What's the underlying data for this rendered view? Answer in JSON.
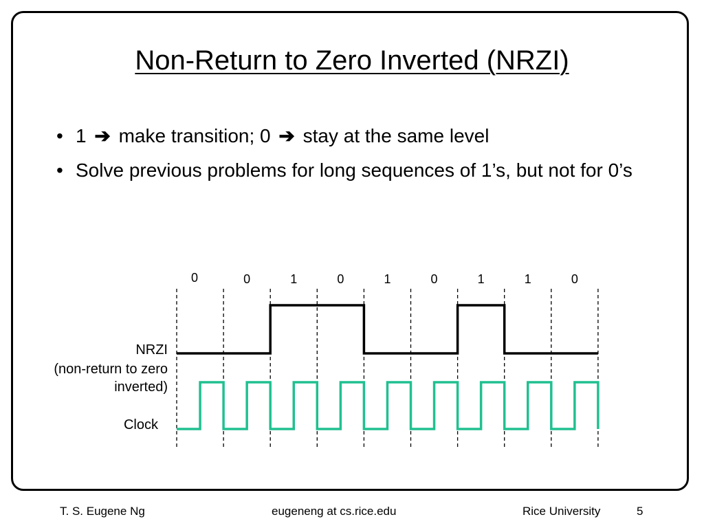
{
  "slide": {
    "title": "Non-Return to Zero Inverted (NRZI)",
    "bullets": [
      {
        "pre": "1",
        "arrow": "➔",
        "post": "make transition; 0",
        "arrow2": "➔",
        "post2": "stay at the same level"
      },
      {
        "text": "Solve previous problems for long sequences of 1’s, but not for 0’s"
      }
    ]
  },
  "diagram": {
    "bits": [
      "0",
      "0",
      "1",
      "0",
      "1",
      "0",
      "1",
      "1",
      "0"
    ],
    "nrzi_levels": [
      0,
      0,
      1,
      1,
      0,
      0,
      1,
      0,
      0
    ],
    "signal_label": "NRZI",
    "signal_desc_1": "(non-return to zero",
    "signal_desc_2": "inverted)",
    "clock_label": "Clock",
    "colors": {
      "nrzi": "#000000",
      "clock": "#20c090",
      "divider": "#000000"
    }
  },
  "footer": {
    "author": "T. S. Eugene Ng",
    "email": "eugeneng at cs.rice.edu",
    "institution": "Rice University",
    "page": "5"
  }
}
